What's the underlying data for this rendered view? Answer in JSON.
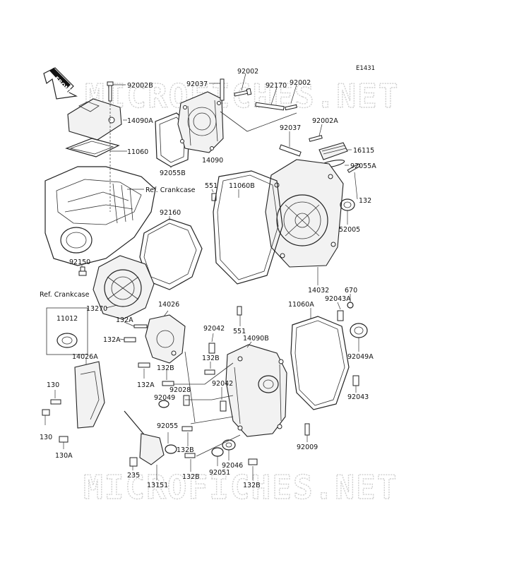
{
  "diagram_code": "E1431",
  "watermark": "MICROFICHES.NET",
  "front_label": "FRONT",
  "parts": {
    "p92002B": "92002B",
    "p14090A": "14090A",
    "p11060": "11060",
    "p92055B": "92055B",
    "p92037a": "92037",
    "p92002a": "92002",
    "p92170": "92170",
    "p92002b": "92002",
    "p14090": "14090",
    "p92037b": "92037",
    "p92002A": "92002A",
    "p16115": "16115",
    "p92055A": "92055A",
    "p132": "132",
    "p52005": "52005",
    "p551a": "551",
    "p11060B": "11060B",
    "p92160": "92160",
    "p92150": "92150",
    "p14032": "14032",
    "p670": "670",
    "p92043A": "92043A",
    "p11060A": "11060A",
    "p11012": "11012",
    "p13270": "13270",
    "p14026": "14026",
    "p132Aa": "132A",
    "p132Ab": "132A",
    "p132Ac": "132A",
    "p92042a": "92042",
    "p551b": "551",
    "p14090B": "14090B",
    "p132Ba": "132B",
    "p132Bb": "132B",
    "p92042b": "92042",
    "p92028": "92028",
    "p92049": "92049",
    "p92049A": "92049A",
    "p92043": "92043",
    "p14026A": "14026A",
    "p130a": "130",
    "p130b": "130",
    "p130A": "130A",
    "p92055": "92055",
    "p132Bc": "132B",
    "p92009": "92009",
    "p235": "235",
    "p13151": "13151",
    "p132Bd": "132B",
    "p92046": "92046",
    "p92051": "92051",
    "p132Be": "132B"
  },
  "refs": {
    "crankcase_top": "Ref. Crankcase",
    "crankcase_left": "Ref. Crankcase"
  }
}
